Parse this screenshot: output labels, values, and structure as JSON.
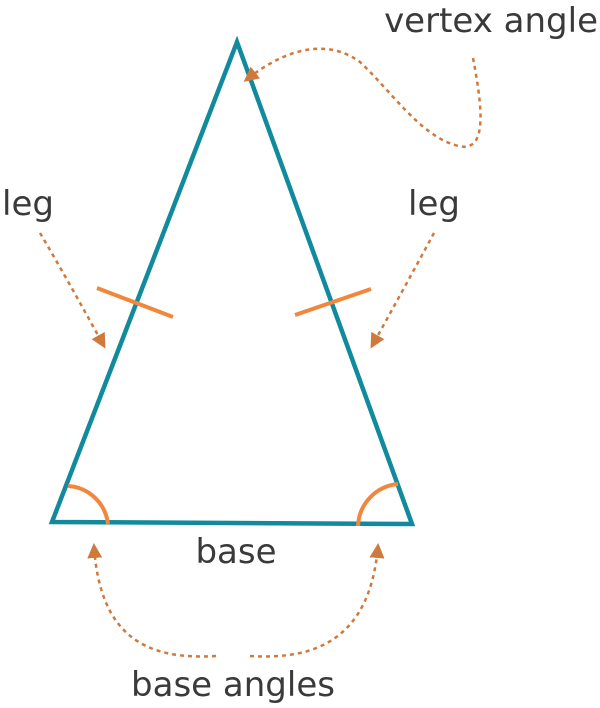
{
  "labels": {
    "vertex_angle": "vertex angle",
    "leg_left": "leg",
    "leg_right": "leg",
    "base": "base",
    "base_angles": "base angles"
  },
  "colors": {
    "triangle": "#108a9c",
    "marks": "#f0873c",
    "arrows": "#cf7a3c",
    "text": "#3a3a3a",
    "background": "#ffffff"
  }
}
